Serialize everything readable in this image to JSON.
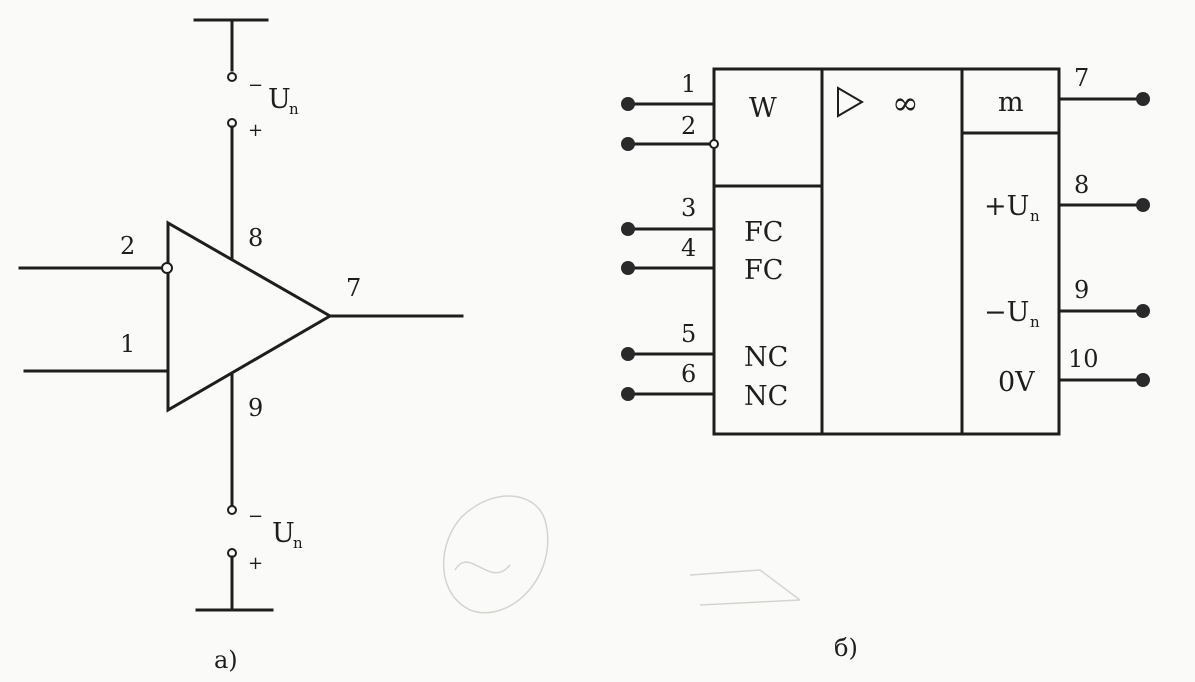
{
  "figure_a": {
    "caption": "а)",
    "pins": {
      "in_inv": "2",
      "in_noninv": "1",
      "out": "7",
      "supply_pos": "8",
      "supply_neg": "9"
    },
    "supply_top": {
      "minus": "−",
      "plus": "+",
      "label": "U",
      "subscript": "n"
    },
    "supply_bottom": {
      "minus": "−",
      "plus": "+",
      "label": "U",
      "subscript": "n"
    }
  },
  "figure_b": {
    "caption": "б)",
    "left_pins": [
      "1",
      "2",
      "3",
      "4",
      "5",
      "6"
    ],
    "left_labels": {
      "w": "W",
      "fc1": "FC",
      "fc2": "FC",
      "nc1": "NC",
      "nc2": "NC"
    },
    "center": {
      "triangle": "▷",
      "infinity": "∞"
    },
    "right_pins": [
      "7",
      "8",
      "9",
      "10"
    ],
    "right_labels": {
      "m": "m",
      "plus_u": "+U",
      "minus_u": "−U",
      "zero_v": "0V",
      "subscript": "n"
    }
  }
}
